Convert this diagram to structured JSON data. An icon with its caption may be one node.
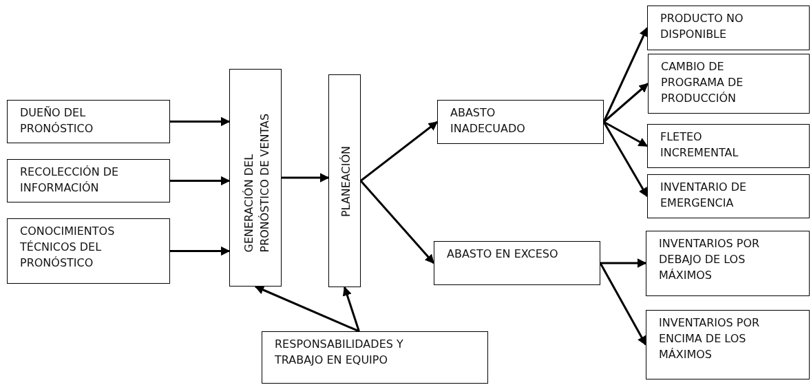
{
  "diagram": {
    "nodes": [
      {
        "text": [
          "DUEÑO DEL PRONÓSTICO"
        ]
      },
      {
        "text": [
          "RECOLECCIÓN DE INFORMACIÓN"
        ]
      },
      {
        "text": [
          "CONOCIMIENTOS TÉCNICOS DEL PRONÓSTICO"
        ]
      },
      {
        "text": [
          "GENERACIÓN DEL PRONÓSTICO DE VENTAS"
        ]
      },
      {
        "text": [
          "PLANEACIÓN"
        ]
      },
      {
        "text": [
          "ABASTO INADECUADO"
        ]
      },
      {
        "text": [
          "ABASTO EN EXCESO"
        ]
      },
      {
        "text": [
          "RESPONSABILIDADES Y TRABAJO EN EQUIPO"
        ]
      },
      {
        "text": [
          "PRODUCTO NO DISPONIBLE"
        ]
      },
      {
        "text": [
          "CAMBIO DE PROGRAMA DE PRODUCCIÓN"
        ]
      },
      {
        "text": [
          "FLETEO INCREMENTAL"
        ]
      },
      {
        "text": [
          "INVENTARIO DE EMERGENCIA"
        ]
      },
      {
        "text": [
          "INVENTARIOS POR DEBAJO DE LOS MÁXIMOS"
        ]
      },
      {
        "text": [
          "INVENTARIOS POR ENCIMA DE LOS MÁXIMOS"
        ]
      }
    ],
    "edges": [
      {
        "from": 0,
        "to": 3,
        "arrow": "to"
      },
      {
        "from": 1,
        "to": 3,
        "arrow": "to"
      },
      {
        "from": 2,
        "to": 3,
        "arrow": "to"
      },
      {
        "from": 3,
        "to": 4,
        "arrow": "to"
      },
      {
        "from": 4,
        "to": 5,
        "arrow": "to"
      },
      {
        "from": 4,
        "to": 6,
        "arrow": "to"
      },
      {
        "from": 5,
        "to": 8,
        "arrow": "to"
      },
      {
        "from": 5,
        "to": 9,
        "arrow": "to"
      },
      {
        "from": 5,
        "to": 10,
        "arrow": "to"
      },
      {
        "from": 5,
        "to": 11,
        "arrow": "to"
      },
      {
        "from": 6,
        "to": 12,
        "arrow": "to"
      },
      {
        "from": 6,
        "to": 13,
        "arrow": "to"
      },
      {
        "from": 7,
        "to": 3,
        "arrow": "to"
      },
      {
        "from": 7,
        "to": 4,
        "arrow": "to"
      }
    ]
  }
}
